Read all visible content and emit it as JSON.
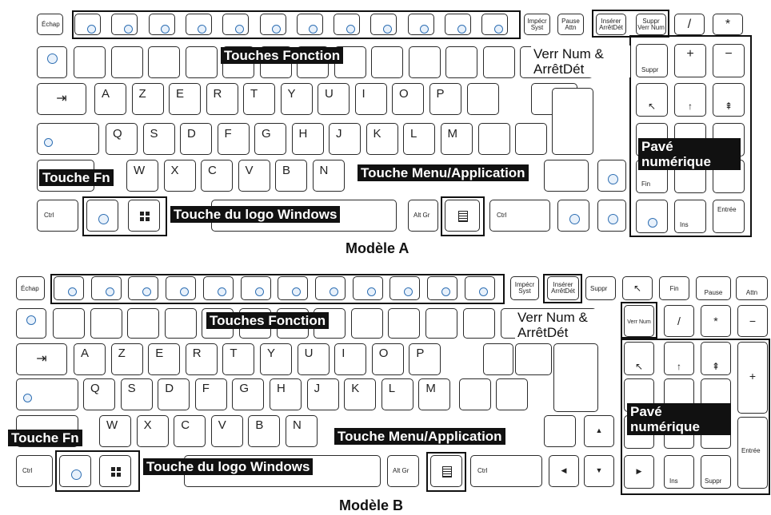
{
  "models": [
    {
      "title": "Modèle A",
      "callouts": {
        "function_keys": "Touches Fonction",
        "num_lock": "Verr Num & ArrêtDét",
        "numeric_keypad": "Pavé numérique",
        "fn_key": "Touche Fn",
        "menu_key": "Touche Menu/Application",
        "windows_key": "Touche du logo Windows"
      },
      "keys": {
        "esc": "Échap",
        "prtsc": "Impécr Syst",
        "pause": "Pause Attn",
        "insert": "Insérer ArrêtDét",
        "delete": "Suppr Verr Num",
        "ctrl_left": "Ctrl",
        "altgr": "Alt Gr",
        "ctrl_right": "Ctrl",
        "letters_row1": [
          "A",
          "Z",
          "E",
          "R",
          "T",
          "Y",
          "U",
          "I",
          "O",
          "P"
        ],
        "letters_row2": [
          "Q",
          "S",
          "D",
          "F",
          "G",
          "H",
          "J",
          "K",
          "L",
          "M"
        ],
        "letters_row3": [
          "W",
          "X",
          "C",
          "V",
          "B",
          "N"
        ],
        "numpad_end": "Fin",
        "numpad_ins": "Ins",
        "numpad_enter": "Entrée",
        "numpad_suppr": "Suppr"
      }
    },
    {
      "title": "Modèle B",
      "callouts": {
        "function_keys": "Touches Fonction",
        "num_lock": "Verr Num & ArrêtDét",
        "numeric_keypad": "Pavé numérique",
        "fn_key": "Touche Fn",
        "menu_key": "Touche Menu/Application",
        "windows_key": "Touche du logo Windows"
      },
      "keys": {
        "esc": "Échap",
        "prtsc": "Impécr Syst",
        "insert": "Insérer ArrêtDét",
        "suppr": "Suppr",
        "fin": "Fin",
        "pause": "Pause",
        "attn": "Attn",
        "numlock": "Verr Num",
        "ctrl_left": "Ctrl",
        "altgr": "Alt Gr",
        "ctrl_right": "Ctrl",
        "letters_row1": [
          "A",
          "Z",
          "E",
          "R",
          "T",
          "Y",
          "U",
          "I",
          "O",
          "P"
        ],
        "letters_row2": [
          "Q",
          "S",
          "D",
          "F",
          "G",
          "H",
          "J",
          "K",
          "L",
          "M"
        ],
        "letters_row3": [
          "W",
          "X",
          "C",
          "V",
          "B",
          "N"
        ],
        "numpad_ins": "Ins",
        "numpad_suppr": "Suppr",
        "numpad_enter": "Entrée"
      }
    }
  ]
}
